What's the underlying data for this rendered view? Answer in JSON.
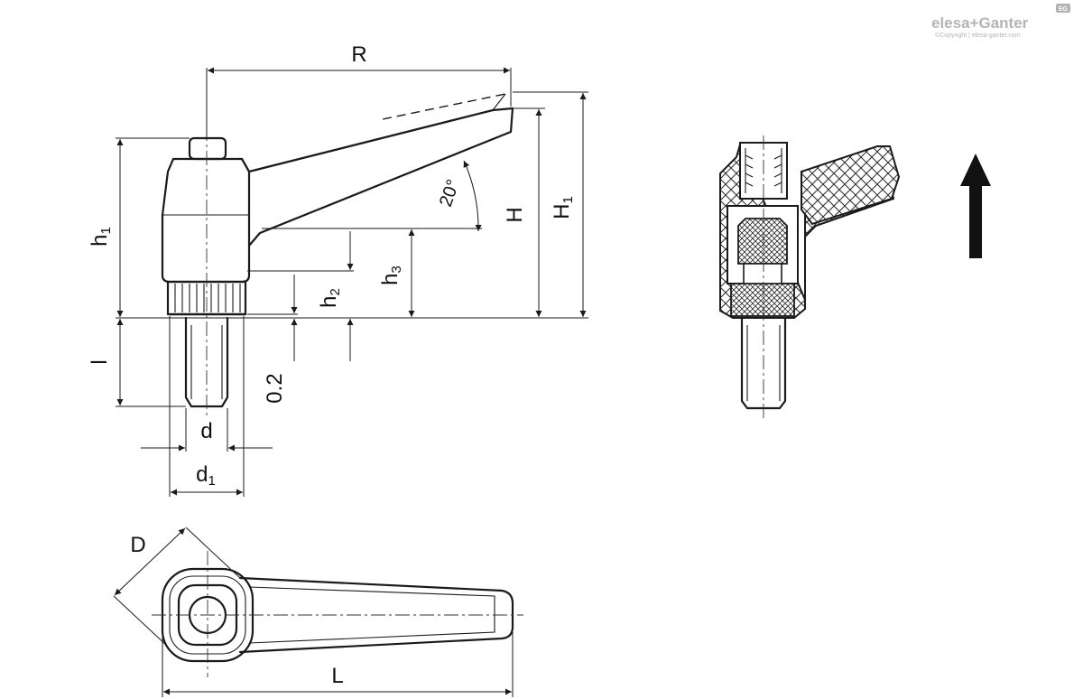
{
  "labels": {
    "R": "R",
    "H": "H",
    "H1_main": "H",
    "H1_sub": "1",
    "h1_main": "h",
    "h1_sub": "1",
    "h2_main": "h",
    "h2_sub": "2",
    "h3_main": "h",
    "h3_sub": "3",
    "angle": "20°",
    "l": "l",
    "d": "d",
    "d1_main": "d",
    "d1_sub": "1",
    "clearance": "0.2",
    "D": "D",
    "L": "L"
  },
  "brand": {
    "name": "elesa+Ganter",
    "badge": "EG",
    "copyright": "©Copyright | elesa-ganter.com"
  },
  "icons": [
    "up-arrow-icon"
  ],
  "colors": {
    "line": "#1a1a1a",
    "logo": "#b4b4b4"
  }
}
